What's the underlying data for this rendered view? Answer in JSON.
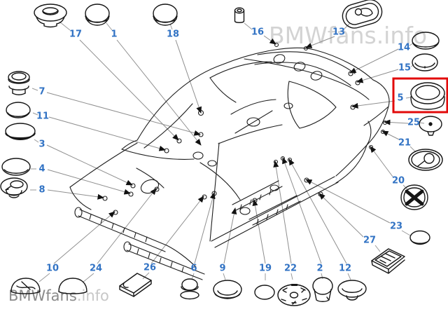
{
  "diagram": {
    "type": "exploded-parts-callout",
    "subject": "car body shell (body-in-white) with sealing plugs and grommets",
    "highlighted_part": "5",
    "highlight_color": "#e20a0a",
    "label_color": "#3273c4",
    "leader_line_color": "#8f8f8f",
    "line_art_color": "#1c1c1c"
  },
  "watermarks": {
    "top_right": "BMWfans.info",
    "bottom_left_primary": "BMWfans",
    "bottom_left_secondary": ".info"
  },
  "parts": {
    "p1": {
      "label": "1",
      "shape": "dome-cap"
    },
    "p2": {
      "label": "2",
      "shape": "dome-plug-with-skirt"
    },
    "p3": {
      "label": "3",
      "shape": "flat-oval-plug"
    },
    "p4": {
      "label": "4",
      "shape": "oval-sealing-ring"
    },
    "p5": {
      "label": "5",
      "shape": "round-grommet-highlighted"
    },
    "p6": {
      "label": "6",
      "shape": "stepped-round-plug"
    },
    "p7": {
      "label": "7",
      "shape": "top-hat-plug"
    },
    "p8": {
      "label": "8",
      "shape": "funnel-grommet"
    },
    "p9": {
      "label": "9",
      "shape": "round-plug-inner-lip"
    },
    "p10": {
      "label": "10",
      "shape": "dome-cap-cross-ribs"
    },
    "p11": {
      "label": "11",
      "shape": "oval-plug"
    },
    "p12": {
      "label": "12",
      "shape": "flanged-plug-with-stem"
    },
    "p13": {
      "label": "13",
      "shape": "oval-plate-with-latch"
    },
    "p14": {
      "label": "14",
      "shape": "oval-ring"
    },
    "p15": {
      "label": "15",
      "shape": "oval-cap-inner-lip"
    },
    "p16": {
      "label": "16",
      "shape": "small-cylinder-plug"
    },
    "p17": {
      "label": "17",
      "shape": "flanged-dome-cap"
    },
    "p18": {
      "label": "18",
      "shape": "dome-cap"
    },
    "p19": {
      "label": "19",
      "shape": "oval-blank-plug"
    },
    "p20": {
      "label": "20",
      "shape": "cross-grommet"
    },
    "p21": {
      "label": "21",
      "shape": "round-plate-keyhole"
    },
    "p22": {
      "label": "22",
      "shape": "round-plate-with-slots"
    },
    "p23": {
      "label": "23",
      "shape": "small-dome-cap"
    },
    "p24": {
      "label": "24",
      "shape": "large-dome-cap"
    },
    "p25": {
      "label": "25",
      "shape": "round-cap-center-pin"
    },
    "p26": {
      "label": "26",
      "shape": "square-pad-folded"
    },
    "p27": {
      "label": "27",
      "shape": "rectangular-tray-plug"
    }
  }
}
